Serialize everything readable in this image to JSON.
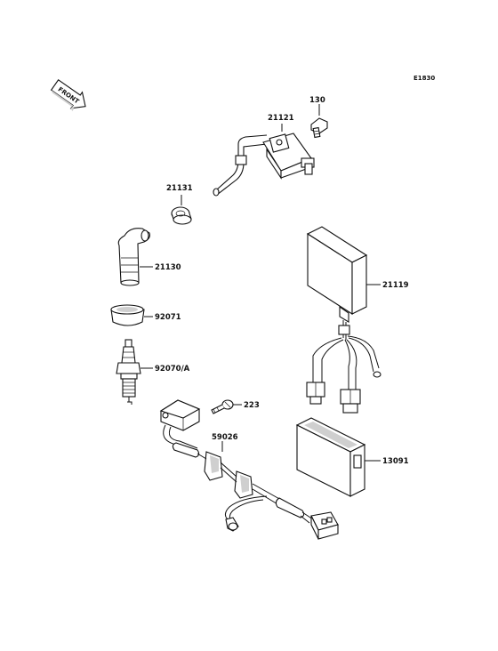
{
  "figure": {
    "code": "E1830"
  },
  "front_arrow": {
    "label": "FRONT"
  },
  "parts": [
    {
      "number": "130"
    },
    {
      "number": "21121"
    },
    {
      "number": "21131"
    },
    {
      "number": "21130"
    },
    {
      "number": "92071"
    },
    {
      "number": "92070/A"
    },
    {
      "number": "223"
    },
    {
      "number": "59026"
    },
    {
      "number": "21119"
    },
    {
      "number": "13091"
    }
  ]
}
